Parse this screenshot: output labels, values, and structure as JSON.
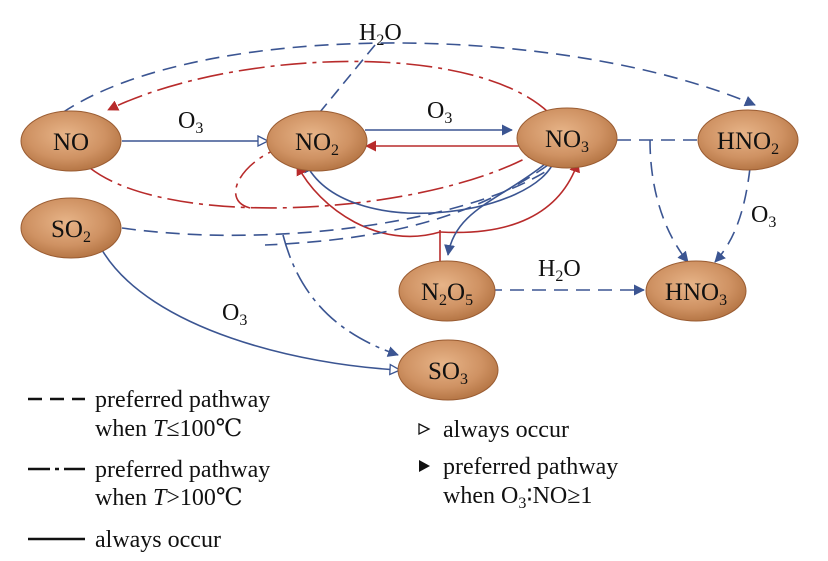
{
  "colors": {
    "node_fill": "#c98a57",
    "node_edge": "#9a5c32",
    "blue_line": "#3b5592",
    "red_line": "#b82b2b",
    "legend_line": "#111111"
  },
  "nodes": {
    "NO": {
      "base": "NO",
      "sub": ""
    },
    "NO2": {
      "base": "NO",
      "sub": "2"
    },
    "NO3": {
      "base": "NO",
      "sub": "3"
    },
    "HNO2": {
      "base": "HNO",
      "sub": "2"
    },
    "SO2": {
      "base": "SO",
      "sub": "2"
    },
    "N2O5": {
      "n": "N",
      "n_sub": "2",
      "o": "O",
      "o_sub": "5"
    },
    "HNO3": {
      "base": "HNO",
      "sub": "3"
    },
    "SO3": {
      "base": "SO",
      "sub": "3"
    }
  },
  "labels": {
    "h2o_top": {
      "base": "H",
      "sub": "2",
      "tail": "O"
    },
    "o3_no_no2": {
      "base": "O",
      "sub": "3"
    },
    "o3_no2_no3": {
      "base": "O",
      "sub": "3"
    },
    "o3_hno2": {
      "base": "O",
      "sub": "3"
    },
    "h2o_n2o5": {
      "base": "H",
      "sub": "2",
      "tail": "O"
    },
    "o3_so2": {
      "base": "O",
      "sub": "3"
    }
  },
  "legend": {
    "dashed": {
      "line1": "preferred pathway",
      "line2_pre": "when ",
      "line2_var": "T",
      "line2_post": "≤100℃"
    },
    "dashdot": {
      "line1": "preferred pathway",
      "line2_pre": "when ",
      "line2_var": "T",
      "line2_post": ">100℃"
    },
    "solid": {
      "text": "always occur"
    },
    "open_arrow": {
      "text": "always occur"
    },
    "filled_arrow": {
      "line1": "preferred pathway",
      "line2_pre": "when O",
      "line2_sub": "3",
      "line2_post": "∶NO≥1"
    }
  }
}
